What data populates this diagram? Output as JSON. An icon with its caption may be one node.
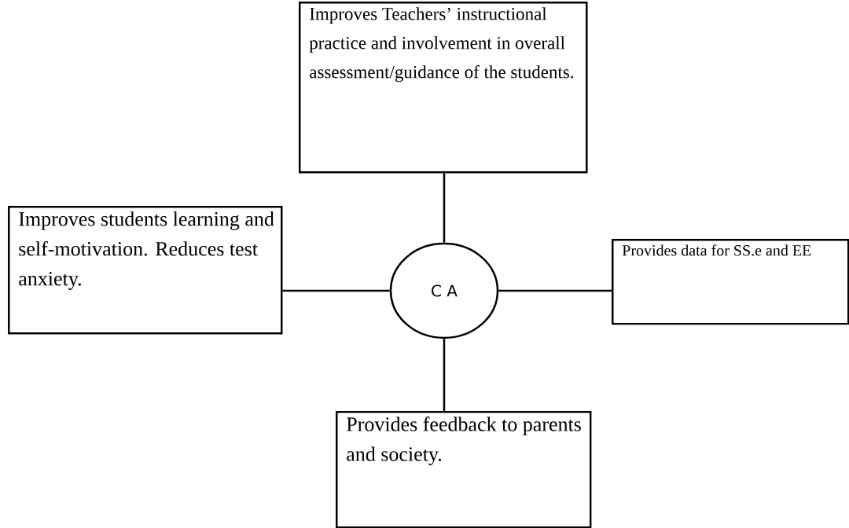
{
  "diagram": {
    "nodes": [
      {
        "text": [
          "Improves Teachers’ instructional practice and involvement in overall assessment/guidance of the students."
        ]
      },
      {
        "text": [
          "Improves students learning and self-motivation. Reduces test anxiety."
        ]
      },
      {
        "text": [
          "C A"
        ]
      },
      {
        "text": [
          "Provides data for SS.e and EE"
        ]
      },
      {
        "text": [
          "Provides feedback to parents and society."
        ]
      }
    ],
    "edges": [
      {
        "from": 2,
        "to": 0,
        "arrow": "none"
      },
      {
        "from": 2,
        "to": 1,
        "arrow": "none"
      },
      {
        "from": 2,
        "to": 3,
        "arrow": "none"
      },
      {
        "from": 2,
        "to": 4,
        "arrow": "none"
      }
    ]
  }
}
